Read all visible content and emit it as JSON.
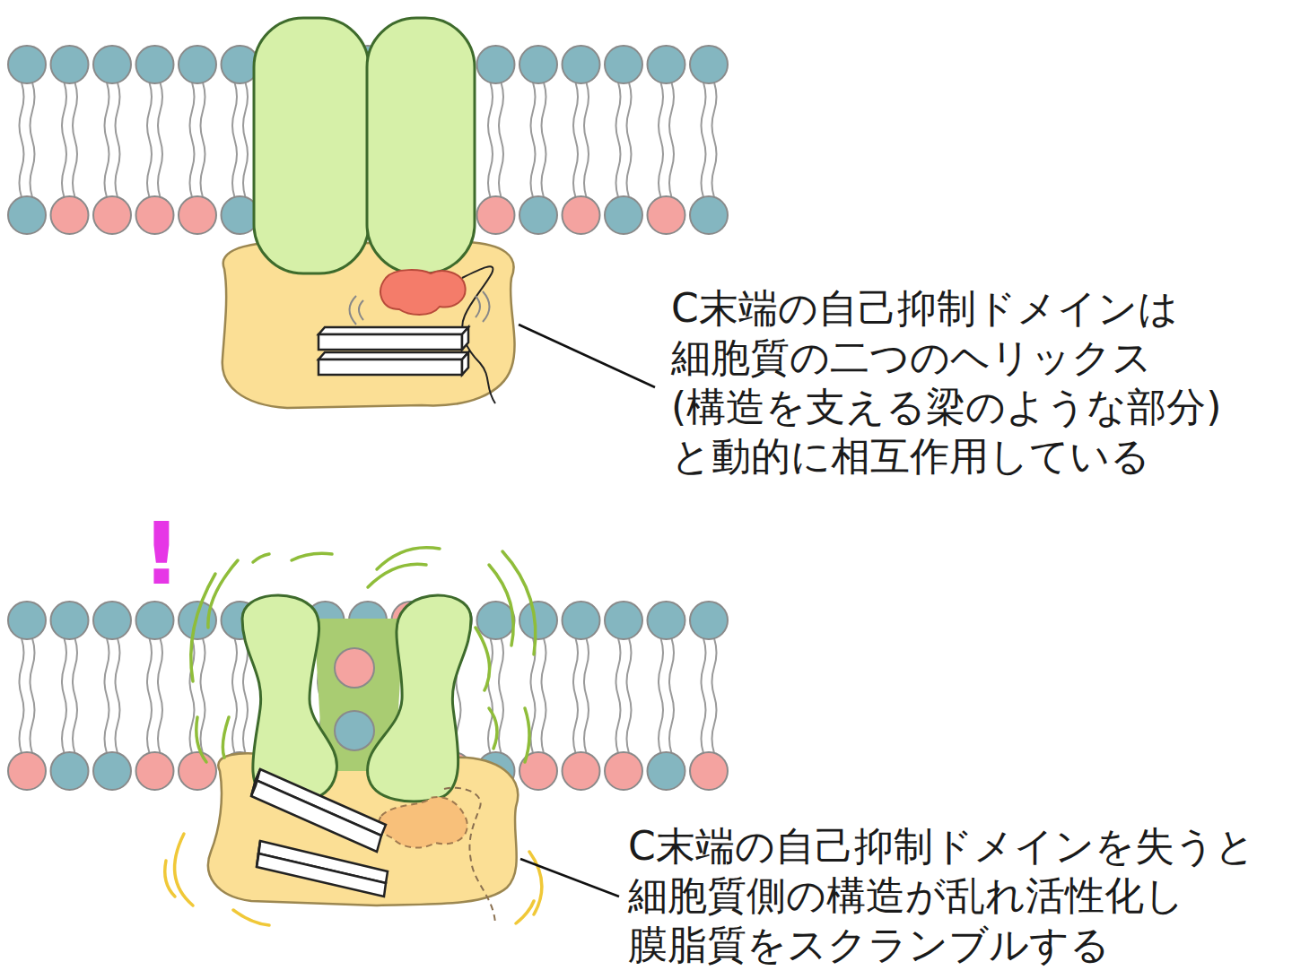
{
  "diagram": {
    "labels": [
      "C末端の自己抑制ドメインは 細胞質の二つのヘリックス (構造を支える梁のような部分) と動的に相互作用している",
      "!",
      "C末端の自己抑制ドメインを失うと 細胞質側の構造が乱れ活性化し 膜脂質をスクランブルする"
    ]
  }
}
